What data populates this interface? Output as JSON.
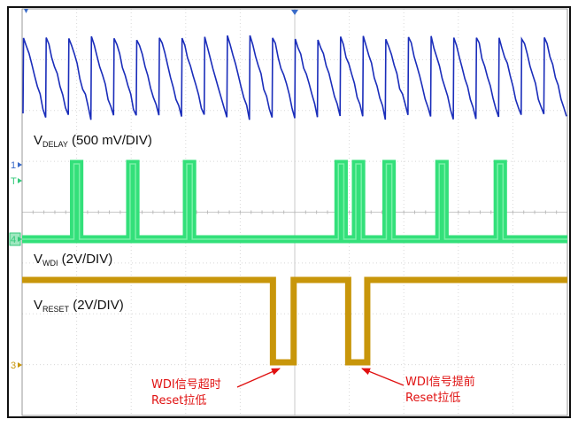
{
  "chart_data": {
    "type": "line",
    "grid": true,
    "channels": [
      {
        "name": "VDELAY",
        "label_main": "V",
        "label_sub": "DELAY",
        "label_scale": " (500 mV/DIV)",
        "color": "#1a2dba",
        "sawtooth_periods": 24
      },
      {
        "name": "VWDI",
        "label_main": "V",
        "label_sub": "WDI",
        "label_scale": " (2V/DIV)",
        "color": "#33e07a",
        "pulse_centers_div": [
          1.0,
          2.03,
          3.07,
          5.85,
          6.17,
          6.73,
          7.7,
          8.77
        ]
      },
      {
        "name": "VRESET",
        "label_main": "V",
        "label_sub": "RESET",
        "label_scale": " (2V/DIV)",
        "color": "#c8960a",
        "low_intervals_div": [
          [
            4.6,
            4.98
          ],
          [
            5.98,
            6.33
          ]
        ]
      }
    ],
    "channel_markers": [
      "1",
      "T",
      "4",
      "3"
    ],
    "annotations": [
      {
        "line1": "WDI信号超时",
        "line2": "Reset拉低"
      },
      {
        "line1": "WDI信号提前",
        "line2": "Reset拉低"
      }
    ]
  }
}
